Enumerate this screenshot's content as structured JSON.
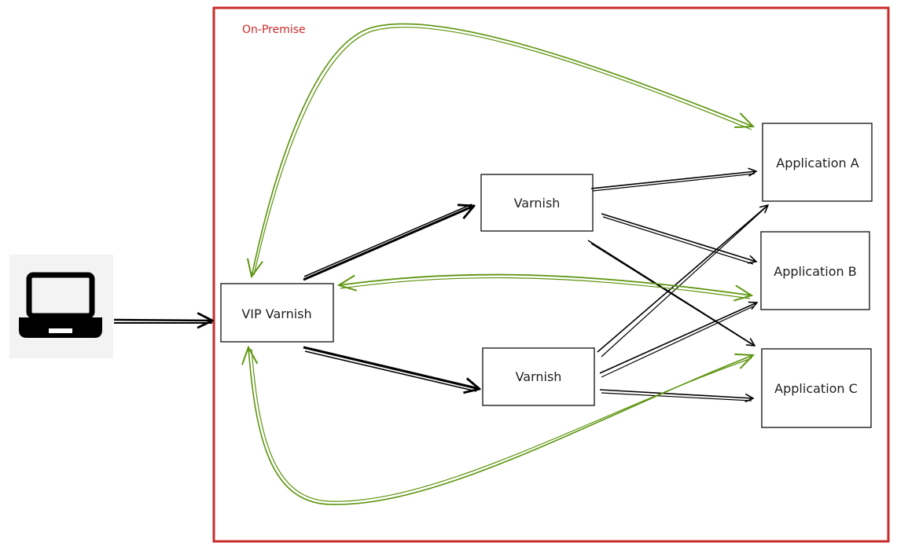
{
  "colors": {
    "zone_border": "#c92a2a",
    "zone_label": "#c92a2a",
    "sync_arrow": "#5c940d",
    "traffic_arrow": "#000000",
    "box_stroke": "#1e1e1e",
    "background": "#ffffff"
  },
  "zone": {
    "label": "On-Premise"
  },
  "client": {
    "icon": "laptop-icon"
  },
  "nodes": {
    "vip": {
      "label": "VIP Varnish"
    },
    "varnish_top": {
      "label": "Varnish"
    },
    "varnish_bottom": {
      "label": "Varnish"
    },
    "app_a": {
      "label": "Application A"
    },
    "app_b": {
      "label": "Application B"
    },
    "app_c": {
      "label": "Application C"
    }
  }
}
